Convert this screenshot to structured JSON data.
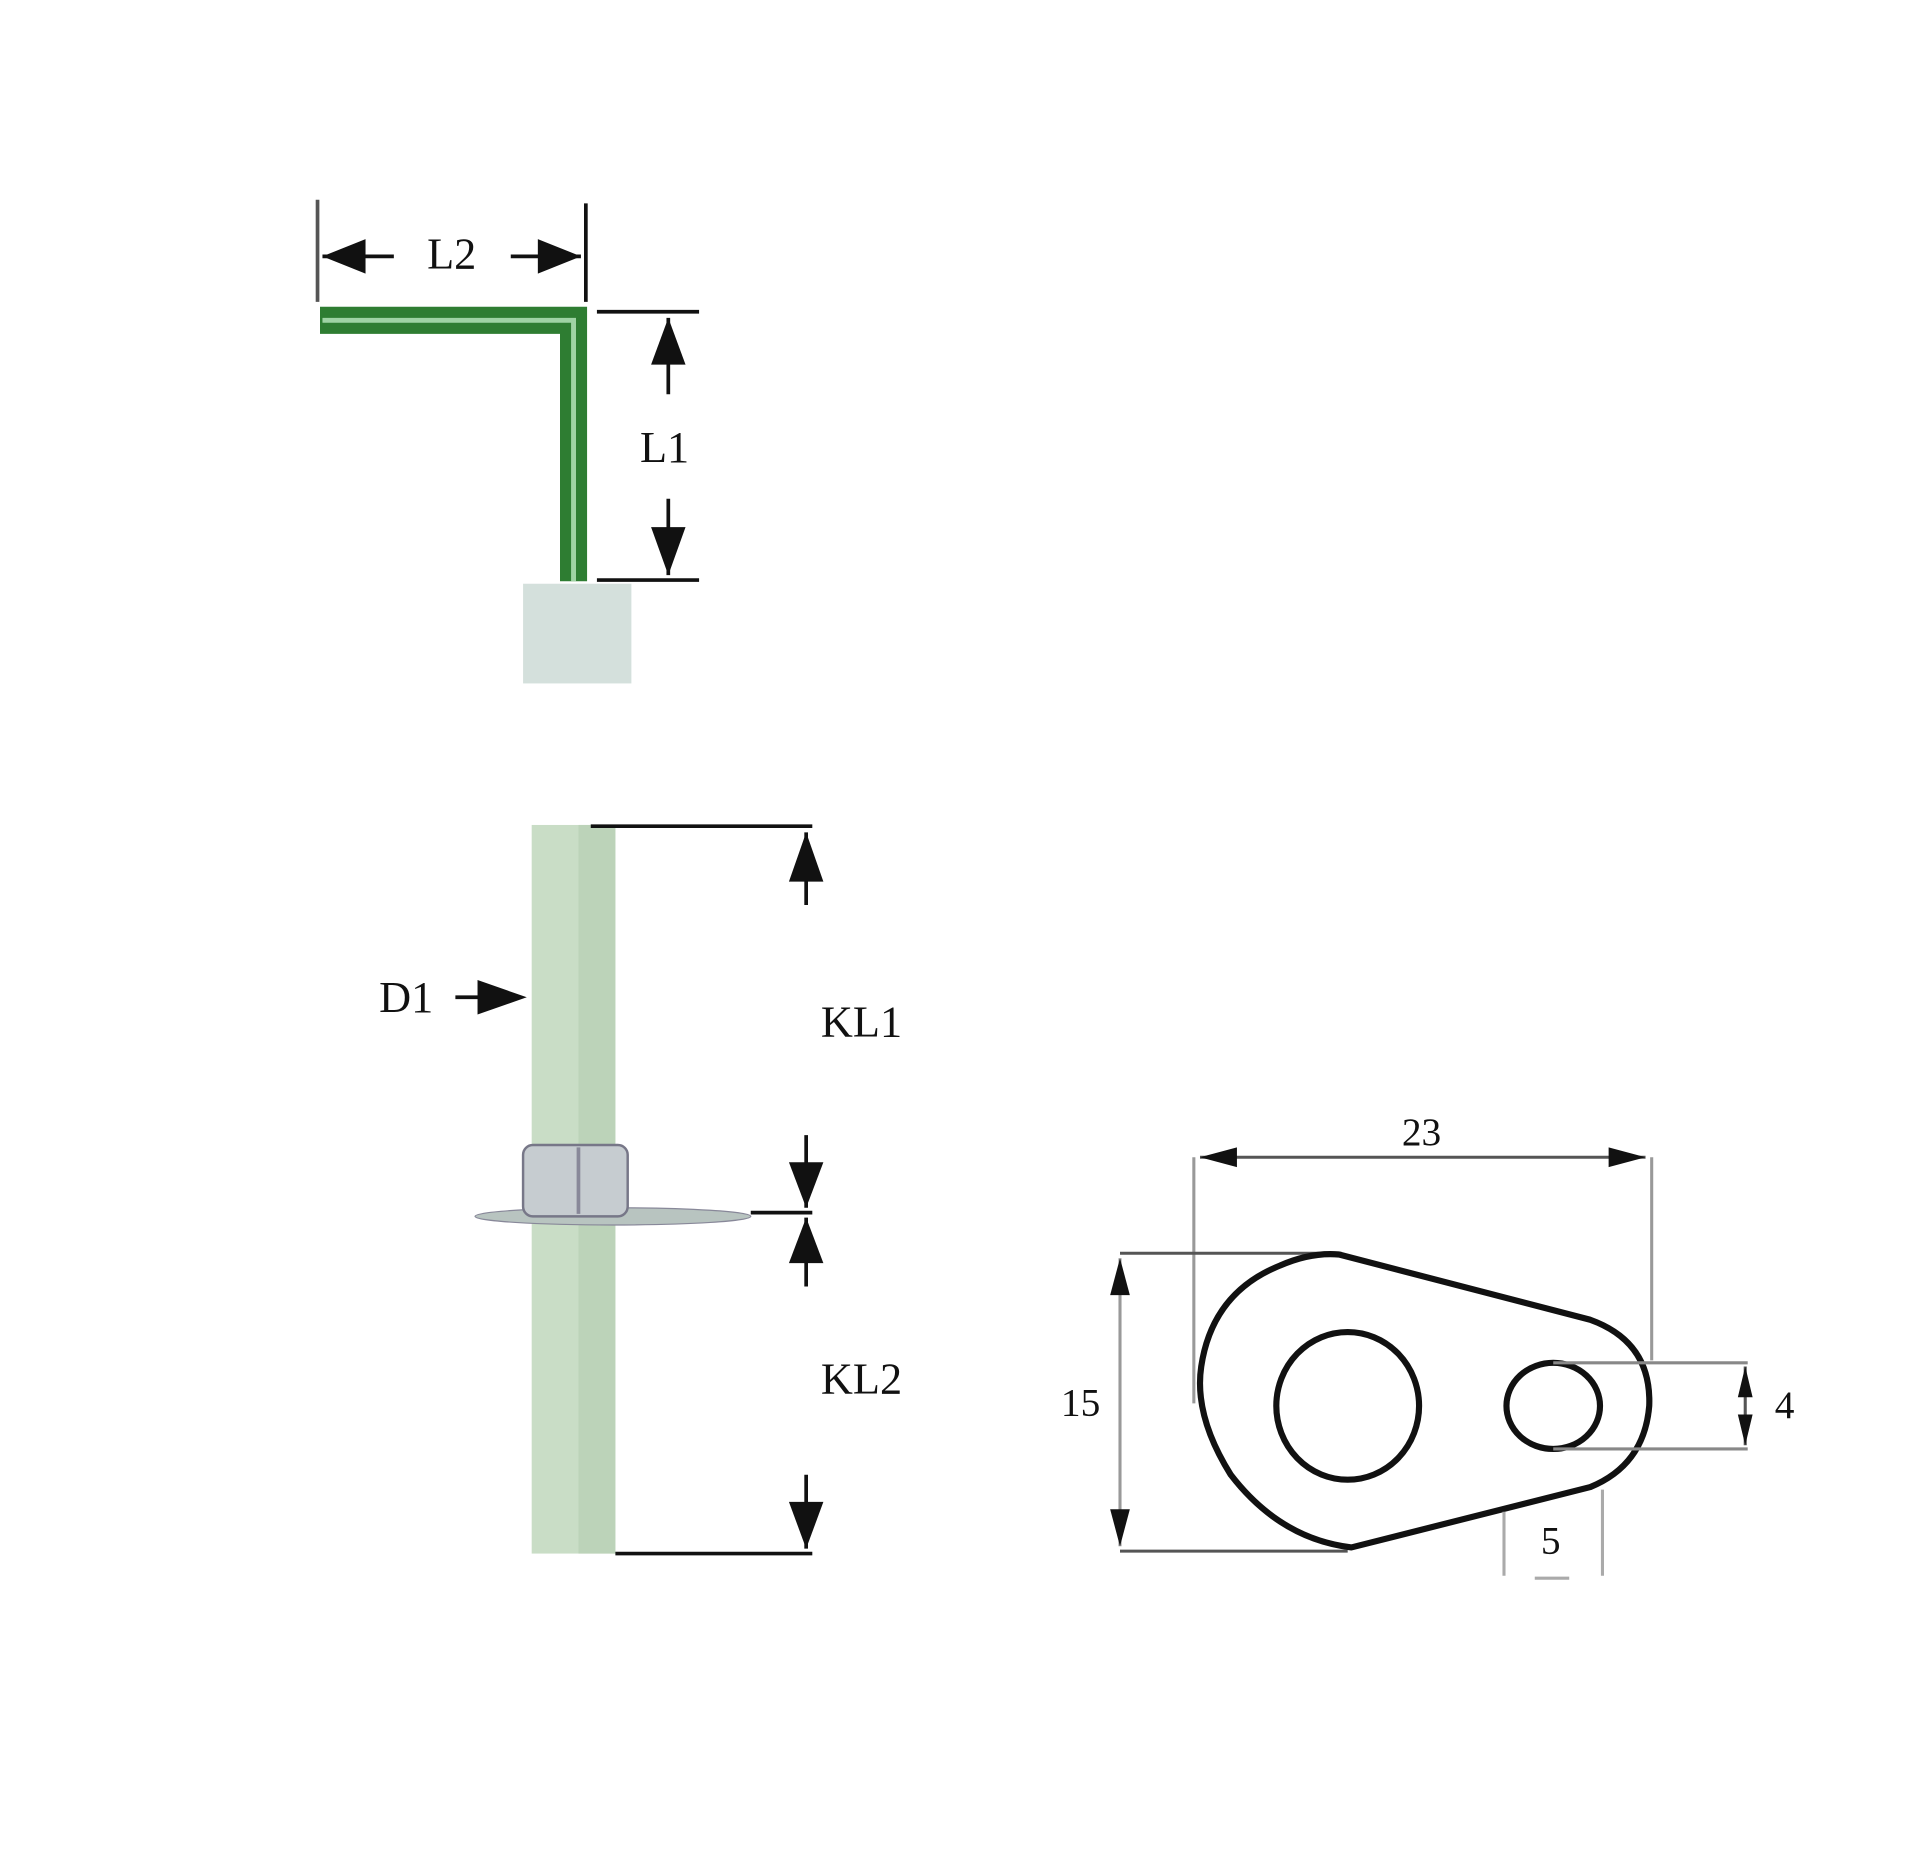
{
  "top_drawing": {
    "labels": {
      "l2": "L2",
      "l1": "L1"
    }
  },
  "probe_drawing": {
    "labels": {
      "d1": "D1",
      "kl1": "KL1",
      "kl2": "KL2"
    }
  },
  "lug_drawing": {
    "dimensions": {
      "width": "23",
      "height": "15",
      "hole": "4",
      "offset": "5"
    }
  },
  "colors": {
    "wire_green": "#2e7d32",
    "rod_green": "#c9ddc6",
    "sleeve_grey": "#d4e0dc",
    "line": "#111111"
  }
}
